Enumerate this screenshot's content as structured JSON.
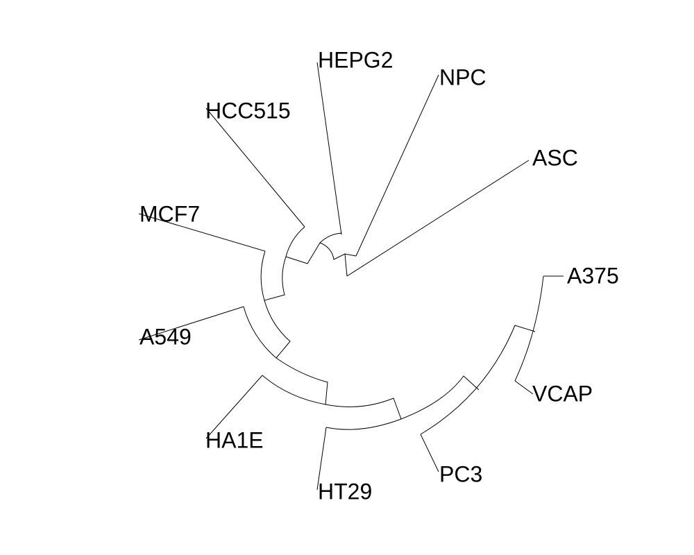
{
  "diagram": {
    "type": "circular-dendrogram",
    "line_color": "#000000",
    "background": "#ffffff",
    "leaves": [
      {
        "id": "asc",
        "label": "ASC"
      },
      {
        "id": "npc",
        "label": "NPC"
      },
      {
        "id": "hepg2",
        "label": "HEPG2"
      },
      {
        "id": "hcc515",
        "label": "HCC515"
      },
      {
        "id": "mcf7",
        "label": "MCF7"
      },
      {
        "id": "a549",
        "label": "A549"
      },
      {
        "id": "ha1e",
        "label": "HA1E"
      },
      {
        "id": "ht29",
        "label": "HT29"
      },
      {
        "id": "pc3",
        "label": "PC3"
      },
      {
        "id": "vcap",
        "label": "VCAP"
      },
      {
        "id": "a375",
        "label": "A375"
      }
    ]
  }
}
